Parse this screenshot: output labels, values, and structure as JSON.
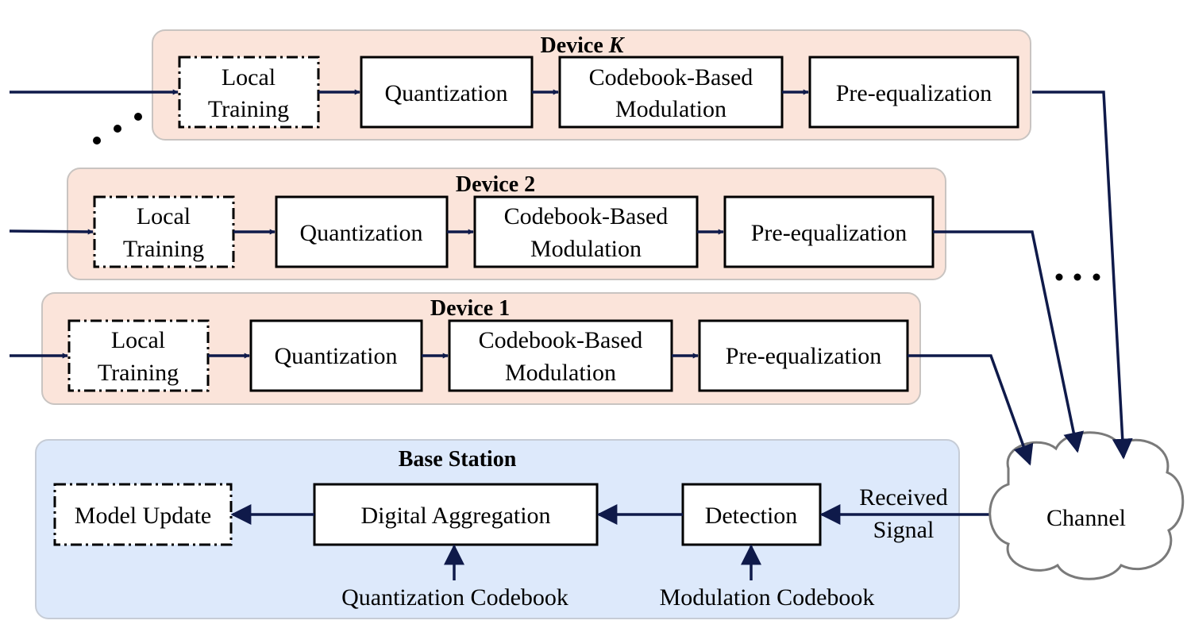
{
  "devices": [
    {
      "title": "Device ",
      "title_var": "K",
      "blocks": {
        "training_l1": "Local",
        "training_l2": "Training",
        "quant": "Quantization",
        "mod_l1": "Codebook-Based",
        "mod_l2": "Modulation",
        "preeq": "Pre-equalization"
      }
    },
    {
      "title": "Device 2",
      "blocks": {
        "training_l1": "Local",
        "training_l2": "Training",
        "quant": "Quantization",
        "mod_l1": "Codebook-Based",
        "mod_l2": "Modulation",
        "preeq": "Pre-equalization"
      }
    },
    {
      "title": "Device 1",
      "blocks": {
        "training_l1": "Local",
        "training_l2": "Training",
        "quant": "Quantization",
        "mod_l1": "Codebook-Based",
        "mod_l2": "Modulation",
        "preeq": "Pre-equalization"
      }
    }
  ],
  "base_station": {
    "title": "Base Station",
    "model_update": "Model Update",
    "aggregation": "Digital Aggregation",
    "detection": "Detection",
    "received_l1": "Received",
    "received_l2": "Signal",
    "quant_codebook": "Quantization Codebook",
    "mod_codebook": "Modulation Codebook"
  },
  "channel": "Channel",
  "colors": {
    "device_panel": "#fbe4da",
    "base_station_panel": "#dde9fb",
    "arrow": "#0f1a4a"
  }
}
